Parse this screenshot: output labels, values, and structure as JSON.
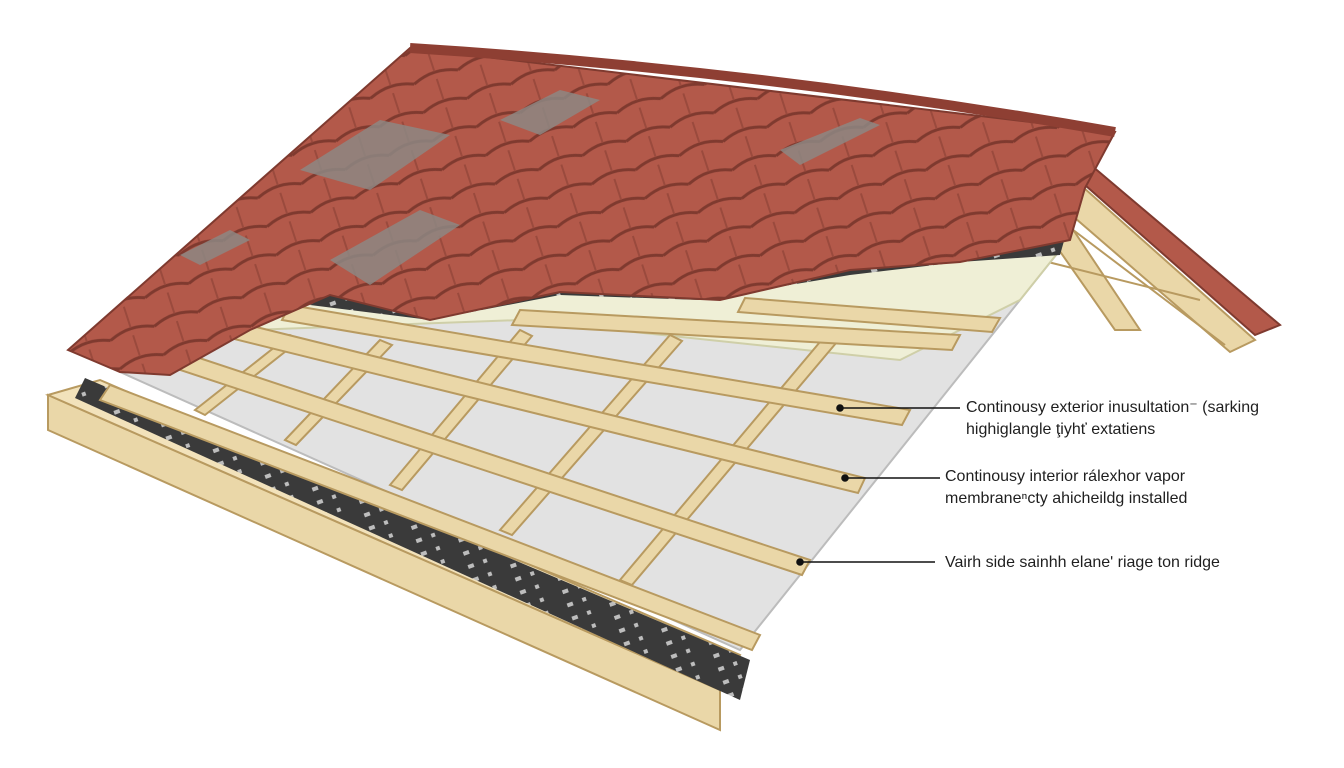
{
  "colors": {
    "tile": "#b3594a",
    "tile_dark": "#8e3f33",
    "tile_grey": "#8d8782",
    "membrane": "#3a3a3a",
    "insulation": "#efefd6",
    "board": "#dcdcdc",
    "timber": "#e8d3a2",
    "timber_edge": "#b89a60"
  },
  "callouts": [
    {
      "line1": "Continousy exterior inusultation⁻ (sarking",
      "line2": "highiglangle ţiyhť extatiens"
    },
    {
      "line1": "Continousy interior rálexhor vapor",
      "line2": "membraneⁿсty ahicheildg installed"
    },
    {
      "line1": "Vairh side sainhh elaneʹ riage ton ridge",
      "line2": ""
    }
  ]
}
